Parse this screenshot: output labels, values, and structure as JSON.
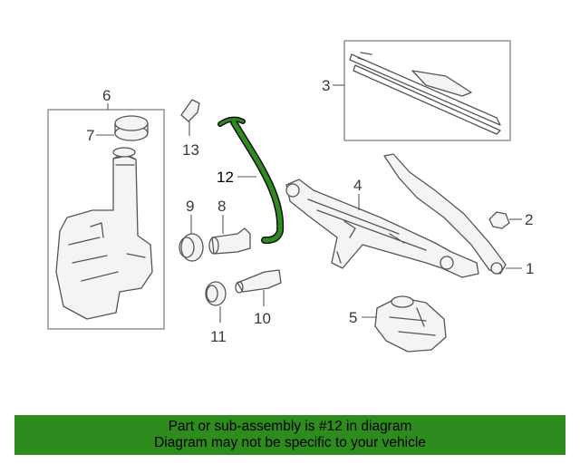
{
  "callouts": {
    "c1": "1",
    "c2": "2",
    "c3": "3",
    "c4": "4",
    "c5": "5",
    "c6": "6",
    "c7": "7",
    "c8": "8",
    "c9": "9",
    "c10": "10",
    "c11": "11",
    "c12": "12",
    "c13": "13"
  },
  "highlight_color": "#1f7a14",
  "banner": {
    "line1": "Part or sub-assembly is #12 in diagram",
    "line2": "Diagram may not be specific to your vehicle",
    "background": "#2e8b1e"
  }
}
